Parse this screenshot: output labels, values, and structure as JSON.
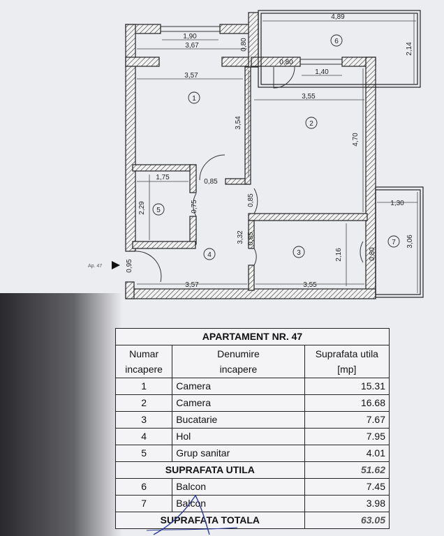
{
  "plan": {
    "entrance_label": "Ap. 47",
    "rooms": [
      "1",
      "2",
      "3",
      "4",
      "5",
      "6",
      "7"
    ],
    "dimensions": {
      "top_window": "1,90",
      "top_width": "3,67",
      "top_wall": "0,80",
      "balcony6_width": "4,89",
      "balcony6_depth": "2,14",
      "door_right": "0,80",
      "window_room2": "1,40",
      "room1_width": "3,57",
      "room1_depth": "3,54",
      "room2_width": "3,55",
      "room2_depth": "4,70",
      "bath_width": "1,75",
      "bath_depth": "2,29",
      "bath_door": "0,75",
      "room1_door": "0,85",
      "room2_door": "0,85",
      "kitchen_door": "0,85",
      "hall_depth": "3,32",
      "kitchen_depth": "2,16",
      "kitchen_side": "0,80",
      "balcony7_width": "1,30",
      "balcony7_depth": "3,06",
      "entry_door": "0,95",
      "bottom_left": "3,57",
      "bottom_right": "3,55"
    }
  },
  "table": {
    "title": "APARTAMENT NR.  47",
    "header": {
      "col1_line1": "Numar",
      "col1_line2": "incapere",
      "col2_line1": "Denumire",
      "col2_line2": "incapere",
      "col3_line1": "Suprafata utila",
      "col3_line2": "[mp]"
    },
    "rows": [
      {
        "nr": "1",
        "name": "Camera",
        "area": "15.31"
      },
      {
        "nr": "2",
        "name": "Camera",
        "area": "16.68"
      },
      {
        "nr": "3",
        "name": "Bucatarie",
        "area": "7.67"
      },
      {
        "nr": "4",
        "name": "Hol",
        "area": "7.95"
      },
      {
        "nr": "5",
        "name": "Grup sanitar",
        "area": "4.01"
      }
    ],
    "util_label": "SUPRAFATA UTILA",
    "util_value": "51.62",
    "balcony_rows": [
      {
        "nr": "6",
        "name": "Balcon",
        "area": "7.45"
      },
      {
        "nr": "7",
        "name": "Balcon",
        "area": "3.98"
      }
    ],
    "total_label": "SUPRAFATA TOTALA",
    "total_value": "63.05"
  }
}
